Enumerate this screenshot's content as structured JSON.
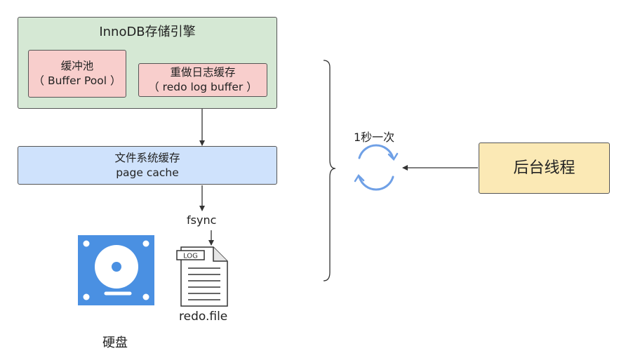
{
  "engine": {
    "title": "InnoDB存储引擎",
    "buffer_pool": {
      "line1": "缓冲池",
      "line2": "（ Buffer Pool ）"
    },
    "redo_log_buffer": {
      "line1": "重做日志缓存",
      "line2": "（ redo log buffer ）"
    }
  },
  "page_cache": {
    "line1": "文件系统缓存",
    "line2": "page cache"
  },
  "fsync_label": "fsync",
  "log_file": {
    "tag": "LOG",
    "label": "redo.file"
  },
  "disk": {
    "label": "硬盘"
  },
  "interval_label": "1秒一次",
  "background_thread": {
    "label": "后台线程"
  },
  "colors": {
    "engine_bg": "#d5e8d4",
    "buffer_bg": "#f8cecc",
    "page_cache_bg": "#cfe2fc",
    "thread_bg": "#fbe9b5",
    "disk_blue": "#4a90e2",
    "cycle_blue": "#6fa0e6"
  },
  "icons": {
    "disk": "hard-disk-icon",
    "log_file": "log-file-icon",
    "refresh": "refresh-cycle-icon",
    "brace": "right-curly-brace"
  }
}
